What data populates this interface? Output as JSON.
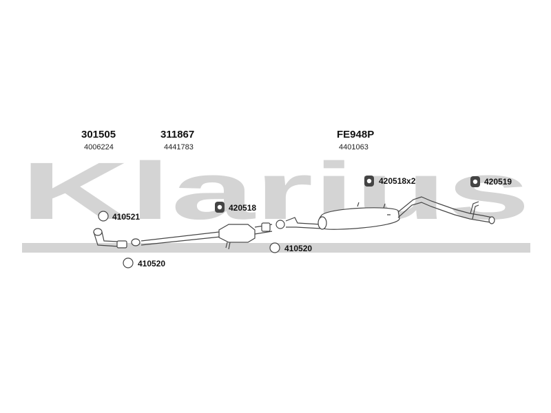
{
  "watermark": {
    "text": "Klarius",
    "color": "#d4d4d4"
  },
  "groups": [
    {
      "code": "301505",
      "ref": "4006224"
    },
    {
      "code": "311867",
      "ref": "4441783"
    },
    {
      "code": "FE948P",
      "ref": "4401063"
    }
  ],
  "fittings": [
    {
      "label": "410521",
      "icon": "ring-icon"
    },
    {
      "label": "410520",
      "icon": "ring-icon"
    },
    {
      "label": "420518",
      "icon": "rubber-hanger-icon"
    },
    {
      "label": "410520",
      "icon": "ring-icon"
    },
    {
      "label": "420518x2",
      "icon": "rubber-hanger-icon"
    },
    {
      "label": "420519",
      "icon": "rubber-hanger-icon"
    }
  ]
}
